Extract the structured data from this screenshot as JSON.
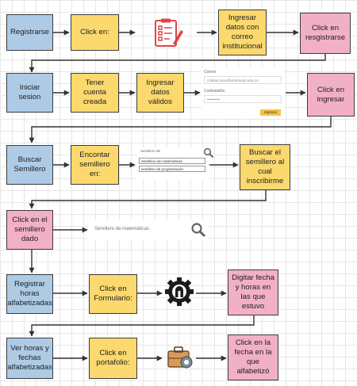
{
  "colors": {
    "blue": "#aecbe6",
    "yellow": "#fbd96e",
    "pink": "#f2b0c6",
    "border": "#3c3c3c",
    "arrow": "#333333"
  },
  "nodes": {
    "registrarse": "Registrarse",
    "click_en_1": "Click en:",
    "ingresar_datos_correo": "Ingresar\ndatos con\ncorreo\ninstitucional",
    "click_registrarse": "Click en\nresgistrarse",
    "iniciar_sesion": "Iniciar\nsesion",
    "tener_cuenta": "Tener\ncuenta\ncreada",
    "ingresar_datos_validos": "Ingresar\ndatos\nválidos",
    "click_ingresar": "Click en\ningresar",
    "buscar_semillero": "Buscar\nSemillero",
    "encontrar_semillero": "Encontar\nsemillero\nen:",
    "buscar_inscribirme": "Buscar el\nsemillero al\ncual\ninscribirme",
    "click_semillero_dado": "Click en el\nsemillero\ndado",
    "registrar_horas": "Registrar\nhoras\nalfabetizadas",
    "click_formulario": "Click en\nFormulario:",
    "digitar_fecha": "Digitar fecha\ny horas en\nlas que\nestuvo",
    "ver_horas": "Ver horas y\nfechas\nalfabetizadas",
    "click_portafolio": "Click en\nportafolio:",
    "click_fecha": "Click en la\nfecha en la\nque\nalfabetizó"
  },
  "icons": {
    "checklist": "checklist-clipboard-icon",
    "form": "form-gear-icon",
    "portfolio": "briefcase-gear-icon",
    "search": "search-icon"
  },
  "login_form": {
    "email_label": "Correo",
    "email_value": "cristian.xxxx@uniminuto.edu.co",
    "password_label": "Contraseña",
    "password_value": "••••••••••",
    "submit_label": "Ingresar"
  },
  "semillero_panel": {
    "title": "Semillero de",
    "options": [
      "Semillero de matemáticas",
      "semillero de programación"
    ]
  },
  "search_bar": {
    "text": "Semillero de matemáticas"
  }
}
